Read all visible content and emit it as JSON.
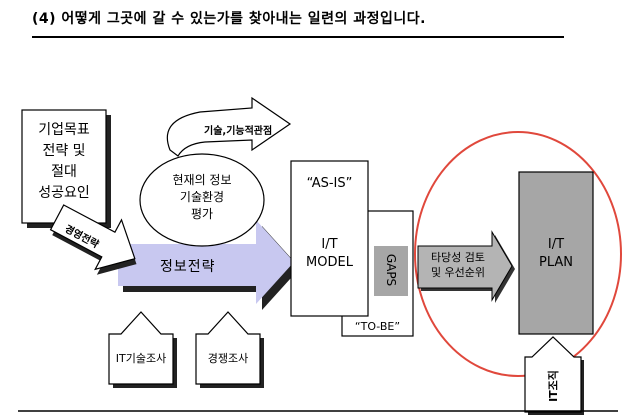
{
  "heading": "(4) 어떻게 그곳에 갈 수 있는가를 찾아내는 일련의 과정입니다.",
  "goals_box": {
    "lines": [
      "기업목표",
      "전략 및",
      "절대",
      "성공요인"
    ]
  },
  "curved_arrow_label": "기술,기능적관점",
  "assessment_circle": {
    "lines": [
      "현재의 정보",
      "기술환경",
      "평가"
    ]
  },
  "business_strategy_arrow": "경영전략",
  "info_strategy_arrow": "정보전략",
  "it_research": "IT기술조사",
  "competition_research": "경쟁조사",
  "asis_box": {
    "title": "“AS-IS”",
    "lines": [
      "I/T",
      "MODEL"
    ]
  },
  "gaps_label": "GAPS",
  "tobe_label": "“TO-BE”",
  "review_arrow": {
    "lines": [
      "타당성 검토",
      "및 우선순위"
    ]
  },
  "plan_box": {
    "lines": [
      "I/T",
      "PLAN"
    ]
  },
  "it_org_arrow": "IT조직",
  "colors": {
    "info_arrow_fill": "#c8c8f0",
    "shadow": "#222222",
    "gray_box": "#a6a6a6",
    "review_arrow_fill": "#b4b4b4",
    "ellipse_stroke": "#e0483c"
  }
}
